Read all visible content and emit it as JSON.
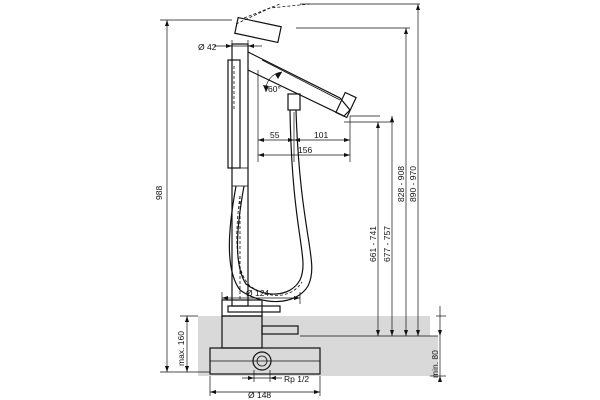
{
  "dimensions": {
    "total_height": "988",
    "max_below_floor": "max. 160",
    "min_above_floor": "min. 80",
    "spout_height": "661 - 741",
    "aerator_height": "677 - 757",
    "spout_top_height": "828 - 908",
    "lever_top_height": "890 - 970",
    "column_diameter": "Ø 42",
    "shower_reach": "55",
    "spout_reach_inner": "101",
    "spout_reach_total": "156",
    "spout_angle": "60°",
    "base_diameter": "Ø 124",
    "rough_diameter": "Ø 148",
    "thread": "Rp 1/2"
  },
  "colors": {
    "line": "#111111",
    "floor_hatch": "#d9d9d9",
    "background": "#ffffff"
  }
}
